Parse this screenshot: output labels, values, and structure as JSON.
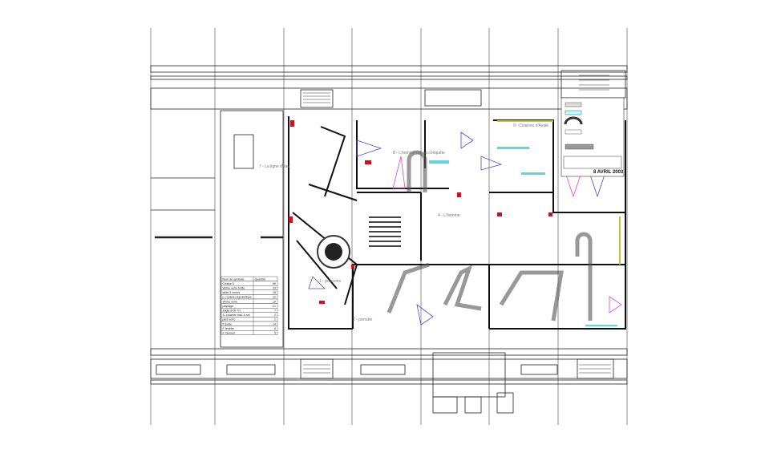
{
  "plan": {
    "zones": [
      {
        "id": "zone-7",
        "label": "7 - La ligne d'eau"
      },
      {
        "id": "zone-8",
        "label": "8 - L'homme par sa conquête"
      },
      {
        "id": "zone-9",
        "label": "9 - Cuisines d'Avalé"
      },
      {
        "id": "zone-4",
        "label": "4 - L'homme"
      },
      {
        "id": "zone-1",
        "label": "1 - poissons"
      },
      {
        "id": "zone-2",
        "label": "2 - prendre"
      }
    ],
    "title_block": {
      "date": "8 AVRIL 2003"
    },
    "symbol_table": {
      "headers": [
        "Nom de symbole",
        "Quantité"
      ],
      "rows": [
        [
          "Chaise S",
          "66"
        ],
        [
          "vitrine verre trèfle",
          "33"
        ],
        [
          "table 3 verres",
          "18"
        ],
        [
          "p. rouleau signalétique",
          "12"
        ],
        [
          "vitrine verre",
          "10"
        ],
        [
          "paysage",
          "21"
        ],
        [
          "angle droit 7/1",
          "7"
        ],
        [
          "S. coucher mat. & sel",
          "2"
        ],
        [
          "pied verre",
          "1"
        ],
        [
          "P porte",
          "14"
        ],
        [
          "F fenêtre",
          "8"
        ],
        [
          "F. fauteuil",
          "5"
        ]
      ]
    },
    "colors": {
      "wall": "#111111",
      "accent_blue": "#4a4ad8",
      "accent_magenta": "#e040e0",
      "accent_cyan": "#5fd6e0",
      "accent_red": "#d01020",
      "accent_yellow": "#c8c040"
    }
  }
}
